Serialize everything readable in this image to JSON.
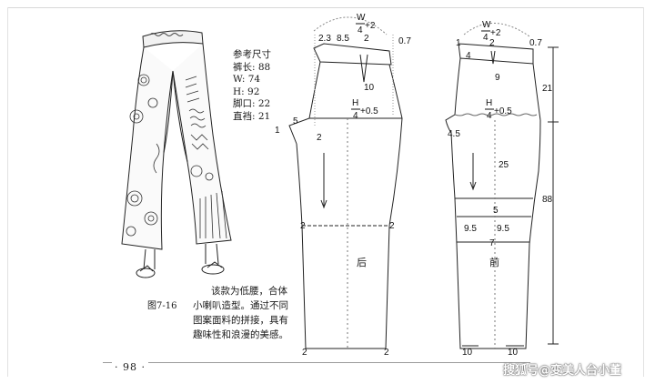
{
  "specs": {
    "title": "参考尺寸",
    "lines": [
      "裤长: 88",
      "W: 74",
      "H: 92",
      "脚口: 22",
      "直裆: 21"
    ]
  },
  "caption": {
    "figure": "图7-16",
    "lines": [
      "该款为低腰，合体",
      "小喇叭造型。通过不同",
      "图案面料的拼接，具有",
      "趣味性和浪漫的美感。"
    ]
  },
  "page_number": "· 98 ·",
  "watermark": "搜狐号@变美人台小董",
  "back_pattern": {
    "label": "后",
    "waist_label_top": "W",
    "waist_label_bottom": "4",
    "waist_label_suffix": "+2",
    "hip_label_top": "H",
    "hip_label_bottom": "4",
    "hip_label_suffix": "+0.5",
    "dims": [
      "2.3",
      "8.5",
      "2",
      "0.7",
      "10",
      "1",
      "5",
      "2",
      "2",
      "2",
      "2",
      "2"
    ]
  },
  "front_pattern": {
    "label": "前",
    "waist_label_top": "W",
    "waist_label_bottom": "4",
    "waist_label_suffix": "+2",
    "hip_label_top": "H",
    "hip_label_bottom": "4",
    "hip_label_suffix": "+0.5",
    "dims": [
      "1",
      "2",
      "0.7",
      "4",
      "9",
      "4.5",
      "25",
      "5",
      "9.5",
      "9.5",
      "7",
      "10",
      "10"
    ],
    "right_dims": [
      "21",
      "88"
    ]
  }
}
